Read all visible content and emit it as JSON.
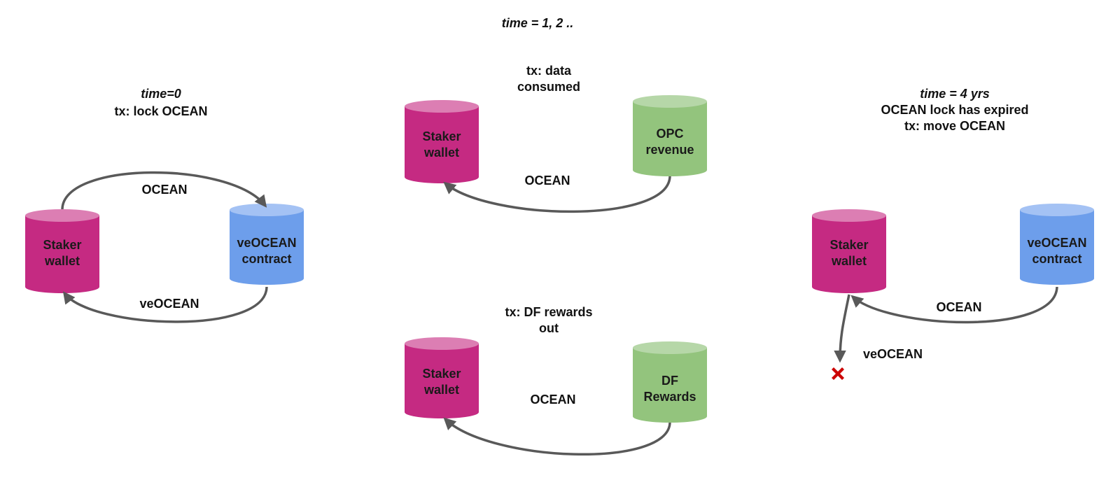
{
  "title": "time = 1, 2 ..",
  "colors": {
    "staker_body": "#c52a82",
    "staker_top": "#dc7eb3",
    "contract_body": "#6d9eeb",
    "contract_top": "#a4c2f4",
    "revenue_body": "#93c47d",
    "revenue_top": "#b6d7a8",
    "arrow": "#595959",
    "cross": "#cc0000"
  },
  "panels": [
    {
      "id": "lock",
      "heading": [
        "time=0",
        "tx: lock OCEAN"
      ],
      "heading_italic_line": 0,
      "nodes": [
        {
          "id": "staker",
          "lines": [
            "Staker",
            "wallet"
          ],
          "kind": "staker"
        },
        {
          "id": "contract",
          "lines": [
            "veOCEAN",
            "contract"
          ],
          "kind": "contract"
        }
      ],
      "edges": [
        {
          "from": "staker",
          "to": "contract",
          "label": "OCEAN"
        },
        {
          "from": "contract",
          "to": "staker",
          "label": "veOCEAN"
        }
      ]
    },
    {
      "id": "data-consumed",
      "heading": [
        "tx: data",
        "consumed"
      ],
      "heading_italic_line": -1,
      "nodes": [
        {
          "id": "staker",
          "lines": [
            "Staker",
            "wallet"
          ],
          "kind": "staker"
        },
        {
          "id": "opc",
          "lines": [
            "OPC",
            "revenue"
          ],
          "kind": "revenue"
        }
      ],
      "edges": [
        {
          "from": "opc",
          "to": "staker",
          "label": "OCEAN"
        }
      ]
    },
    {
      "id": "df-rewards",
      "heading": [
        "tx: DF rewards",
        "out"
      ],
      "heading_italic_line": -1,
      "nodes": [
        {
          "id": "staker",
          "lines": [
            "Staker",
            "wallet"
          ],
          "kind": "staker"
        },
        {
          "id": "df",
          "lines": [
            "DF",
            "Rewards"
          ],
          "kind": "revenue"
        }
      ],
      "edges": [
        {
          "from": "df",
          "to": "staker",
          "label": "OCEAN"
        }
      ]
    },
    {
      "id": "expired",
      "heading": [
        "time = 4 yrs",
        "OCEAN lock has expired",
        "tx: move OCEAN"
      ],
      "heading_italic_line": 0,
      "nodes": [
        {
          "id": "staker",
          "lines": [
            "Staker",
            "wallet"
          ],
          "kind": "staker"
        },
        {
          "id": "contract",
          "lines": [
            "veOCEAN",
            "contract"
          ],
          "kind": "contract"
        }
      ],
      "edges": [
        {
          "from": "contract",
          "to": "staker",
          "label": "OCEAN"
        },
        {
          "from": "staker",
          "to": "burned",
          "label": "veOCEAN"
        }
      ],
      "burn_marker": "cross-icon"
    }
  ]
}
